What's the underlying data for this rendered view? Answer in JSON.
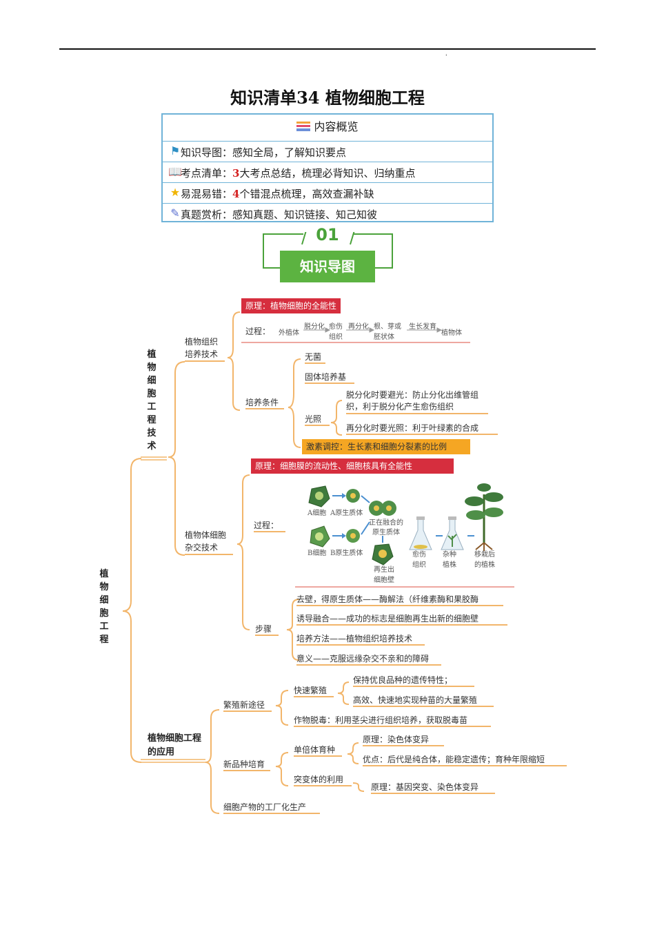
{
  "page": {
    "title": "知识清单34 植物细胞工程",
    "corner_mark": "'"
  },
  "overview": {
    "header": "内容概览",
    "rows": [
      {
        "icon": "map-icon",
        "prefix": "知识导图：",
        "num": "",
        "text": "感知全局，了解知识要点"
      },
      {
        "icon": "book-icon",
        "prefix": "考点清单：",
        "num": "3",
        "text": "大考点总结，梳理必背知识、归纳重点"
      },
      {
        "icon": "star-icon",
        "prefix": "易混易错：",
        "num": "4",
        "text": "个错混点梳理，高效查漏补缺"
      },
      {
        "icon": "quiz-icon",
        "prefix": "真题赏析：",
        "num": "",
        "text": "感知真题、知识链接、知己知彼"
      }
    ]
  },
  "section": {
    "number": "01",
    "label": "知识导图"
  },
  "mindmap": {
    "root": "植物细胞工程",
    "branch1": "植物细胞工程技术",
    "tissue_culture": {
      "label": "植物组织培养技术",
      "principle": "原理：植物细胞的全能性",
      "process_label": "过程：",
      "process_steps": [
        "外植体",
        "脱分化",
        "愈伤组织",
        "再分化",
        "根、芽或胚状体",
        "生长发育",
        "植物体"
      ],
      "conditions_label": "培养条件",
      "cond_sterile": "无菌",
      "cond_medium": "固体培养基",
      "cond_light": "光照",
      "light_a": "脱分化时要避光：防止分化出维管组织，利于脱分化产生愈伤组织",
      "light_b": "再分化时要光照：利于叶绿素的合成",
      "hormone": "激素调控：生长素和细胞分裂素的比例"
    },
    "hybrid": {
      "label": "植物体细胞杂交技术",
      "principle": "原理：细胞膜的流动性、细胞核具有全能性",
      "process_label": "过程：",
      "fig": {
        "a_cell": "A细胞",
        "a_proto": "A原生质体",
        "b_cell": "B细胞",
        "b_proto": "B原生质体",
        "fusing": "正在融合的原生质体",
        "wall": "再生出细胞壁",
        "callus": "愈伤组织",
        "hybrid_plant": "杂种植株",
        "transplant": "移栽后的植株"
      },
      "steps_label": "步骤",
      "steps": [
        "去壁，得原生质体——酶解法（纤维素酶和果胶酶",
        "诱导融合——成功的标志是细胞再生出新的细胞壁",
        "培养方法——植物组织培养技术",
        "意义——克服远缘杂交不亲和的障碍"
      ]
    },
    "branch2": "植物细胞工程的应用",
    "propagation": {
      "label": "繁殖新途径",
      "fast": "快速繁殖",
      "fast_a": "保持优良品种的遗传特性；",
      "fast_b": "高效、快速地实现种苗的大量繁殖",
      "detox": "作物脱毒：利用茎尖进行组织培养，获取脱毒苗"
    },
    "breeding": {
      "label": "新品种培育",
      "haploid": "单倍体育种",
      "haploid_a": "原理：染色体变异",
      "haploid_b": "优点：后代是纯合体，能稳定遗传；育种年限缩短",
      "mutant": "突变体的利用",
      "mutant_a": "原理：基因突变、染色体变异"
    },
    "industrial": "细胞产物的工厂化生产"
  },
  "colors": {
    "red_box": "#d62e3e",
    "orange_box": "#f5a623",
    "green": "#5cb341",
    "frame_blue": "#6fb3d8",
    "bracket_orange": "#f2b56a"
  }
}
